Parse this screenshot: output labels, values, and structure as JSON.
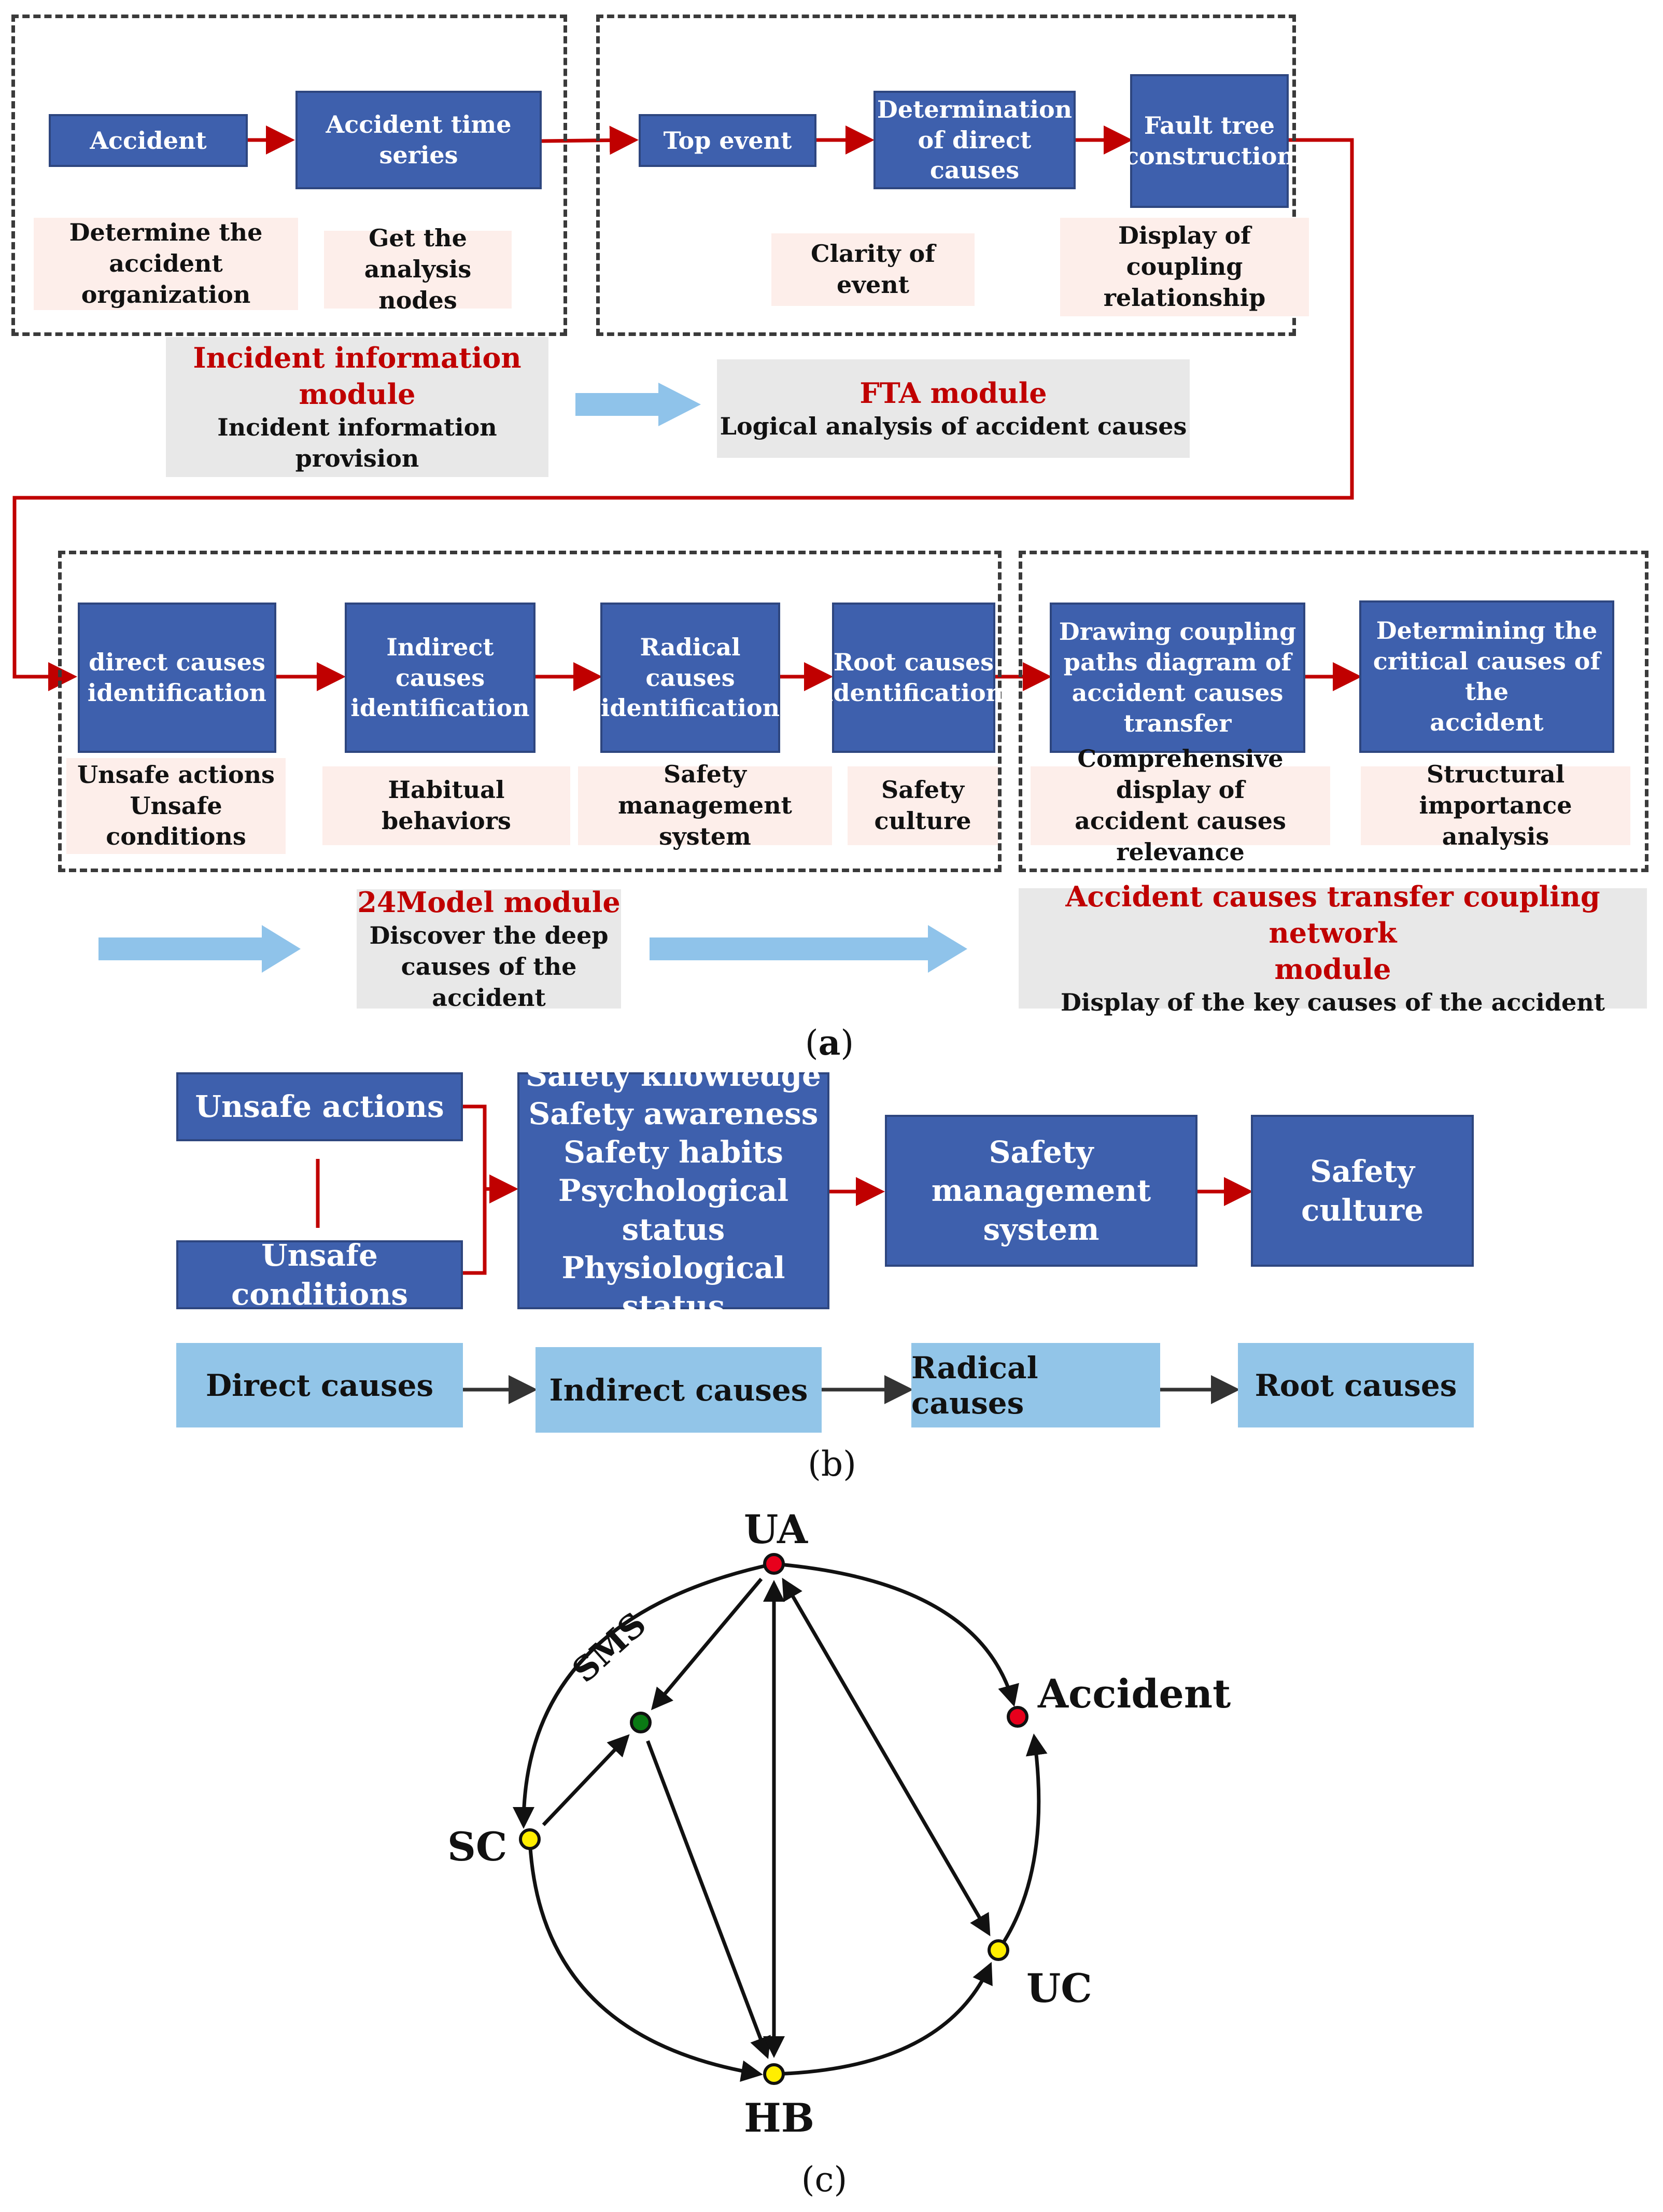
{
  "panel_a": {
    "incident": {
      "accident": "Accident",
      "time_series": "Accident time series",
      "note_org": "Determine the\naccident organization",
      "note_nodes": "Get the\nanalysis nodes",
      "title": "Incident information\nmodule",
      "subtitle": "Incident information provision"
    },
    "fta": {
      "top_event": "Top event",
      "direct_causes": "Determination\nof direct causes",
      "fault_tree": "Fault tree\nconstruction",
      "note_clarity": "Clarity of event",
      "note_coupling": "Display of coupling\nrelationship",
      "title": "FTA module",
      "subtitle": "Logical analysis of accident causes"
    },
    "model24": {
      "direct": "direct causes\nidentification",
      "indirect": "Indirect causes\nidentification",
      "radical": "Radical causes\nidentification",
      "root": "Root causes\nidentification",
      "note_direct": "Unsafe actions\nUnsafe conditions",
      "note_indirect": "Habitual behaviors",
      "note_radical": "Safety management\nsystem",
      "note_root": "Safety\nculture",
      "title": "24Model module",
      "subtitle": "Discover the deep\ncauses of the accident"
    },
    "network": {
      "drawing": "Drawing coupling\npaths diagram of\naccident causes\ntransfer",
      "critical": "Determining the\ncritical causes of the\naccident",
      "note_drawing": "Comprehensive display of\naccident causes relevance",
      "note_critical": "Structural importance\nanalysis",
      "title": "Accident causes transfer coupling network\nmodule",
      "subtitle": "Display of the key causes of the accident"
    },
    "caption": "a"
  },
  "panel_b": {
    "unsafe_actions": "Unsafe actions",
    "unsafe_conditions": "Unsafe conditions",
    "indirect_lines": [
      "Safety knowledge",
      "Safety awareness",
      "Safety habits",
      "Psychological status",
      "Physiological status"
    ],
    "sms": "Safety management\nsystem",
    "culture": "Safety culture",
    "levels": [
      "Direct causes",
      "Indirect causes",
      "Radical causes",
      "Root causes"
    ],
    "caption": "(b)"
  },
  "panel_c": {
    "nodes": {
      "UA": {
        "label": "UA",
        "color": "#e8001c"
      },
      "SMS": {
        "label": "SMS",
        "color": "#0a7a14"
      },
      "SC": {
        "label": "SC",
        "color": "#ffee00"
      },
      "HB": {
        "label": "HB",
        "color": "#ffee00"
      },
      "UC": {
        "label": "UC",
        "color": "#ffee00"
      },
      "Accident": {
        "label": "Accident",
        "color": "#e8001c"
      }
    },
    "edges": [
      {
        "from": "UA",
        "to": "Accident"
      },
      {
        "from": "UA",
        "to": "SC"
      },
      {
        "from": "UA",
        "to": "SMS"
      },
      {
        "from": "SC",
        "to": "SMS"
      },
      {
        "from": "SC",
        "to": "HB"
      },
      {
        "from": "SMS",
        "to": "HB"
      },
      {
        "from": "UA",
        "to": "HB",
        "bidirectional": true
      },
      {
        "from": "UA",
        "to": "UC",
        "bidirectional": true
      },
      {
        "from": "HB",
        "to": "UC"
      },
      {
        "from": "UC",
        "to": "Accident"
      }
    ],
    "caption": "(c)"
  },
  "colors": {
    "module_box": "#3e60ad",
    "flow_arrow": "#c00000",
    "note_fill": "#fdeeea",
    "module_label_fill": "#e8e8e8",
    "level_fill": "#92c5e8",
    "big_arrow": "#8fc3ea"
  }
}
